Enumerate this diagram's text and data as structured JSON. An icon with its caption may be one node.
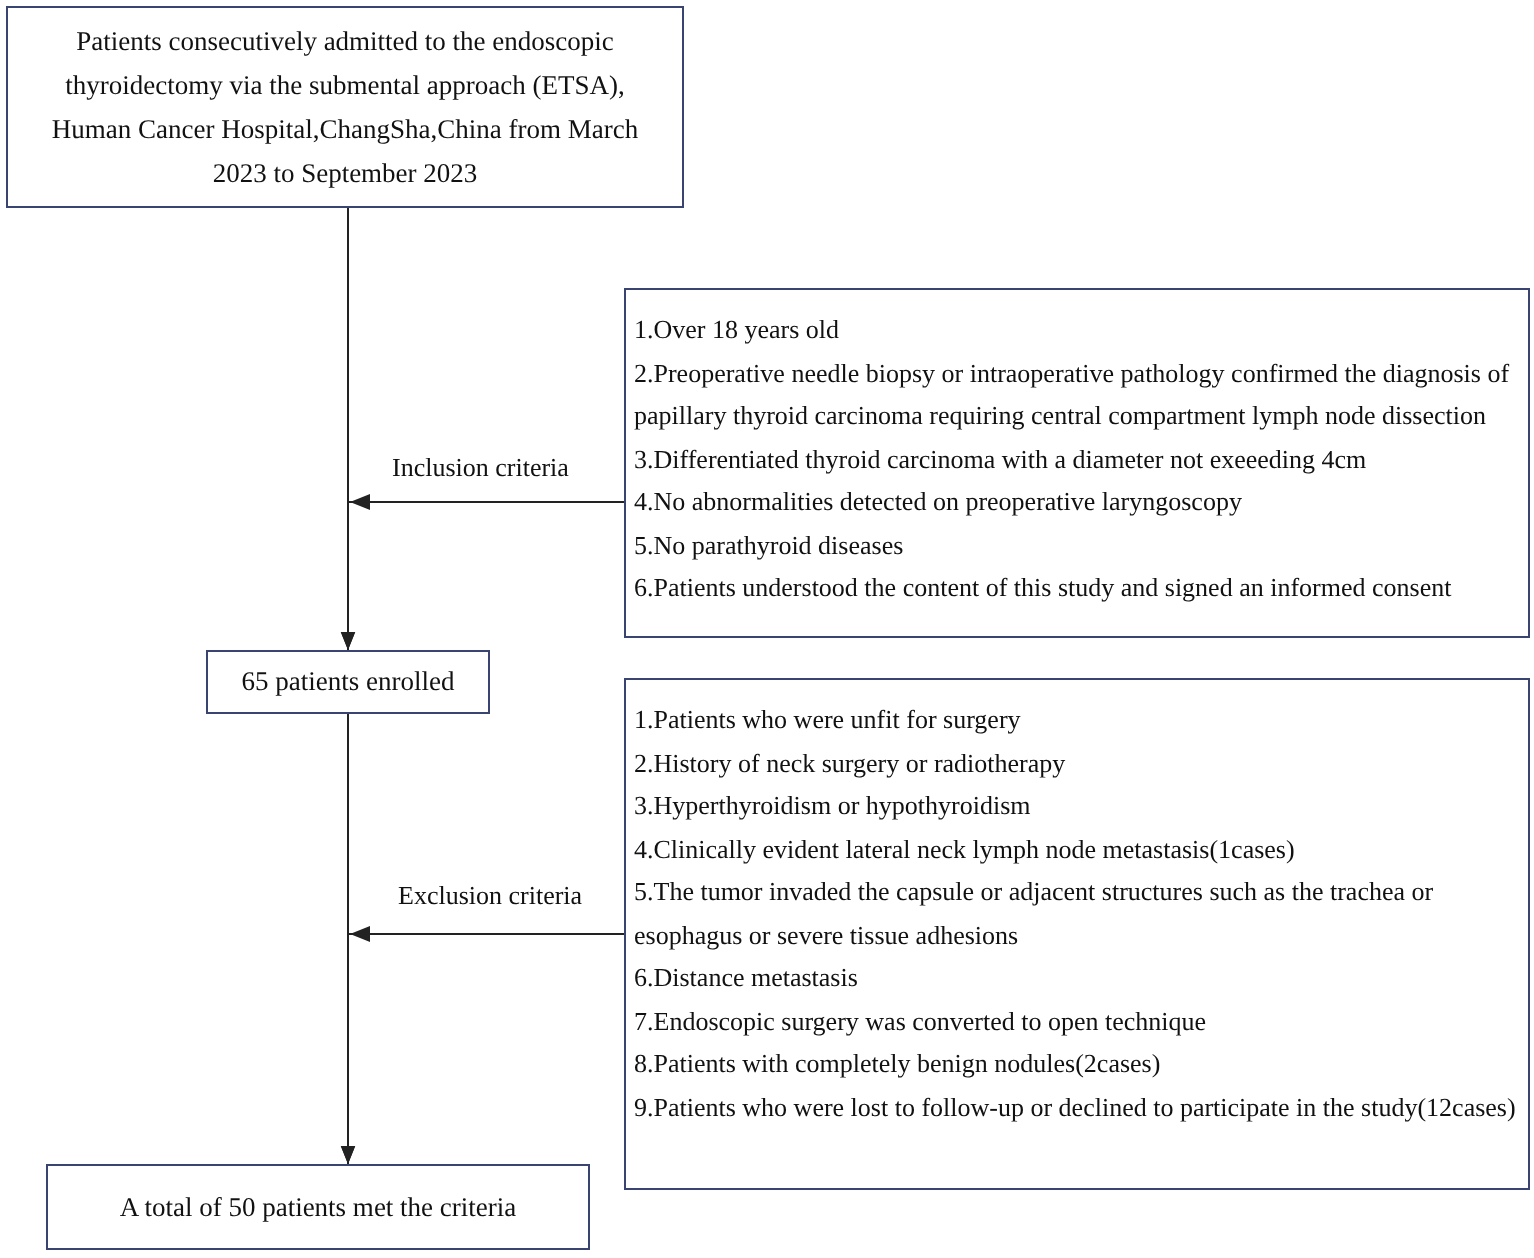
{
  "diagram": {
    "nodes": [
      {
        "text": [
          "Patients consecutively admitted to the endoscopic thyroidectomy via the submental approach (ETSA), Human Cancer Hospital,ChangSha,China from March 2023 to September 2023"
        ]
      },
      {
        "text": [
          "65 patients enrolled"
        ]
      },
      {
        "text": [
          "A total of 50 patients met the criteria"
        ]
      },
      {
        "text": [
          "1.Over 18 years old",
          "2.Preoperative needle biopsy or intraoperative pathology confirmed the diagnosis of papillary thyroid carcinoma requiring central compartment lymph node dissection",
          "3.Differentiated thyroid carcinoma with a diameter not exeeeding 4cm",
          "4.No abnormalities detected on preoperative laryngoscopy",
          "5.No parathyroid diseases",
          "6.Patients understood the content of this study and signed an informed consent"
        ]
      },
      {
        "text": [
          "1.Patients who were unfit for surgery",
          "2.History of neck surgery or radiotherapy",
          "3.Hyperthyroidism or hypothyroidism",
          "4.Clinically evident lateral neck lymph node metastasis(1cases)",
          "5.The tumor invaded the capsule or adjacent structures such as the trachea or esophagus or severe tissue adhesions",
          "6.Distance metastasis",
          "7.Endoscopic surgery was converted to open technique",
          "8.Patients with completely benign nodules(2cases)",
          "9.Patients who were lost to follow-up or declined to participate in the study(12cases)"
        ]
      }
    ],
    "edges": [
      {
        "from": 0,
        "to": 1,
        "arrow": "to"
      },
      {
        "from": 3,
        "to": 1,
        "arrow": "to",
        "label": "Inclusion criteria"
      },
      {
        "from": 1,
        "to": 2,
        "arrow": "to"
      },
      {
        "from": 4,
        "to": 2,
        "arrow": "to",
        "label": "Exclusion criteria"
      }
    ]
  }
}
